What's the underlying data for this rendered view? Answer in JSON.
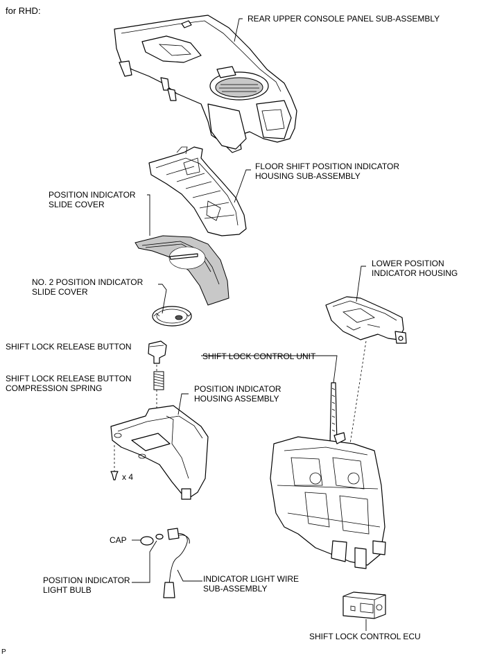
{
  "header": {
    "variant": "for RHD:"
  },
  "footer": {
    "code": "P"
  },
  "labels": {
    "rear_upper_console_panel": "REAR UPPER CONSOLE PANEL SUB-ASSEMBLY",
    "floor_shift_housing": "FLOOR SHIFT POSITION INDICATOR\nHOUSING SUB-ASSEMBLY",
    "position_indicator_slide_cover": "POSITION INDICATOR\nSLIDE COVER",
    "no2_position_indicator_slide_cover": "NO. 2 POSITION INDICATOR\nSLIDE COVER",
    "lower_position_indicator_housing": "LOWER POSITION\nINDICATOR HOUSING",
    "shift_lock_release_button": "SHIFT LOCK RELEASE BUTTON",
    "shift_lock_control_unit": "SHIFT LOCK CONTROL UNIT",
    "shift_lock_release_button_spring": "SHIFT LOCK RELEASE BUTTON\nCOMPRESSION SPRING",
    "position_indicator_housing_assembly": "POSITION INDICATOR\nHOUSING ASSEMBLY",
    "screw_qty": "x 4",
    "cap": "CAP",
    "position_indicator_light_bulb": "POSITION INDICATOR\nLIGHT BULB",
    "indicator_light_wire": "INDICATOR LIGHT WIRE\nSUB-ASSEMBLY",
    "shift_lock_control_ecu": "SHIFT LOCK CONTROL ECU"
  }
}
